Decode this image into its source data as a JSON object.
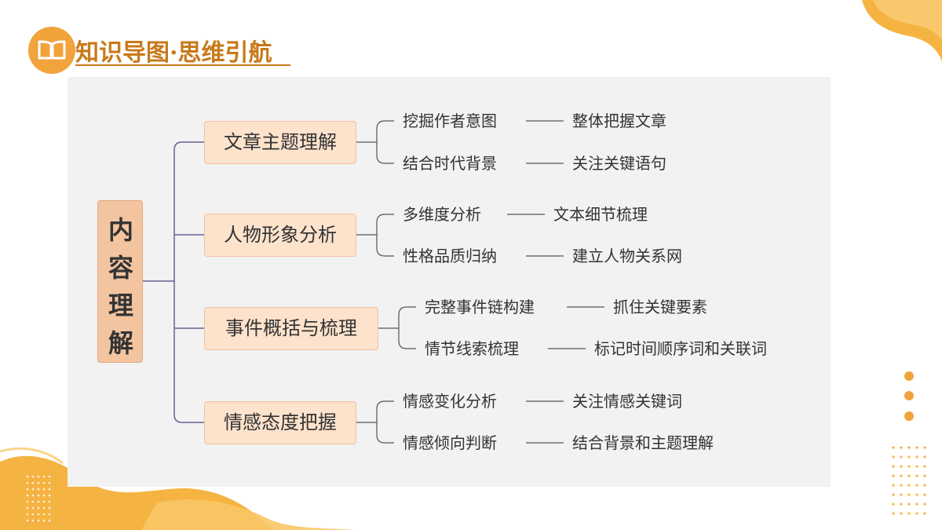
{
  "header": {
    "title": "知识导图·思维引航",
    "icon": "book-icon"
  },
  "mindmap": {
    "root": {
      "chars": [
        "内",
        "容",
        "理",
        "解"
      ]
    },
    "branches": [
      {
        "label": "文章主题理解",
        "children": [
          {
            "item": "挖掘作者意图",
            "detail": "整体把握文章"
          },
          {
            "item": "结合时代背景",
            "detail": "关注关键语句"
          }
        ]
      },
      {
        "label": "人物形象分析",
        "children": [
          {
            "item": "多维度分析",
            "detail": "文本细节梳理"
          },
          {
            "item": "性格品质归纳",
            "detail": "建立人物关系网"
          }
        ]
      },
      {
        "label": "事件概括与梳理",
        "children": [
          {
            "item": "完整事件链构建",
            "detail": "抓住关键要素"
          },
          {
            "item": "情节线索梳理",
            "detail": "标记时间顺序词和关联词"
          }
        ]
      },
      {
        "label": "情感态度把握",
        "children": [
          {
            "item": "情感变化分析",
            "detail": "关注情感关键词"
          },
          {
            "item": "情感倾向判断",
            "detail": "结合背景和主题理解"
          }
        ]
      }
    ]
  },
  "colors": {
    "accent": "#f1a33c",
    "title": "#c8791a",
    "panel": "#f2f2f2",
    "root_fill": "#f3c4a0",
    "node_fill": "#fde2cc",
    "line": "#6b5e95"
  }
}
